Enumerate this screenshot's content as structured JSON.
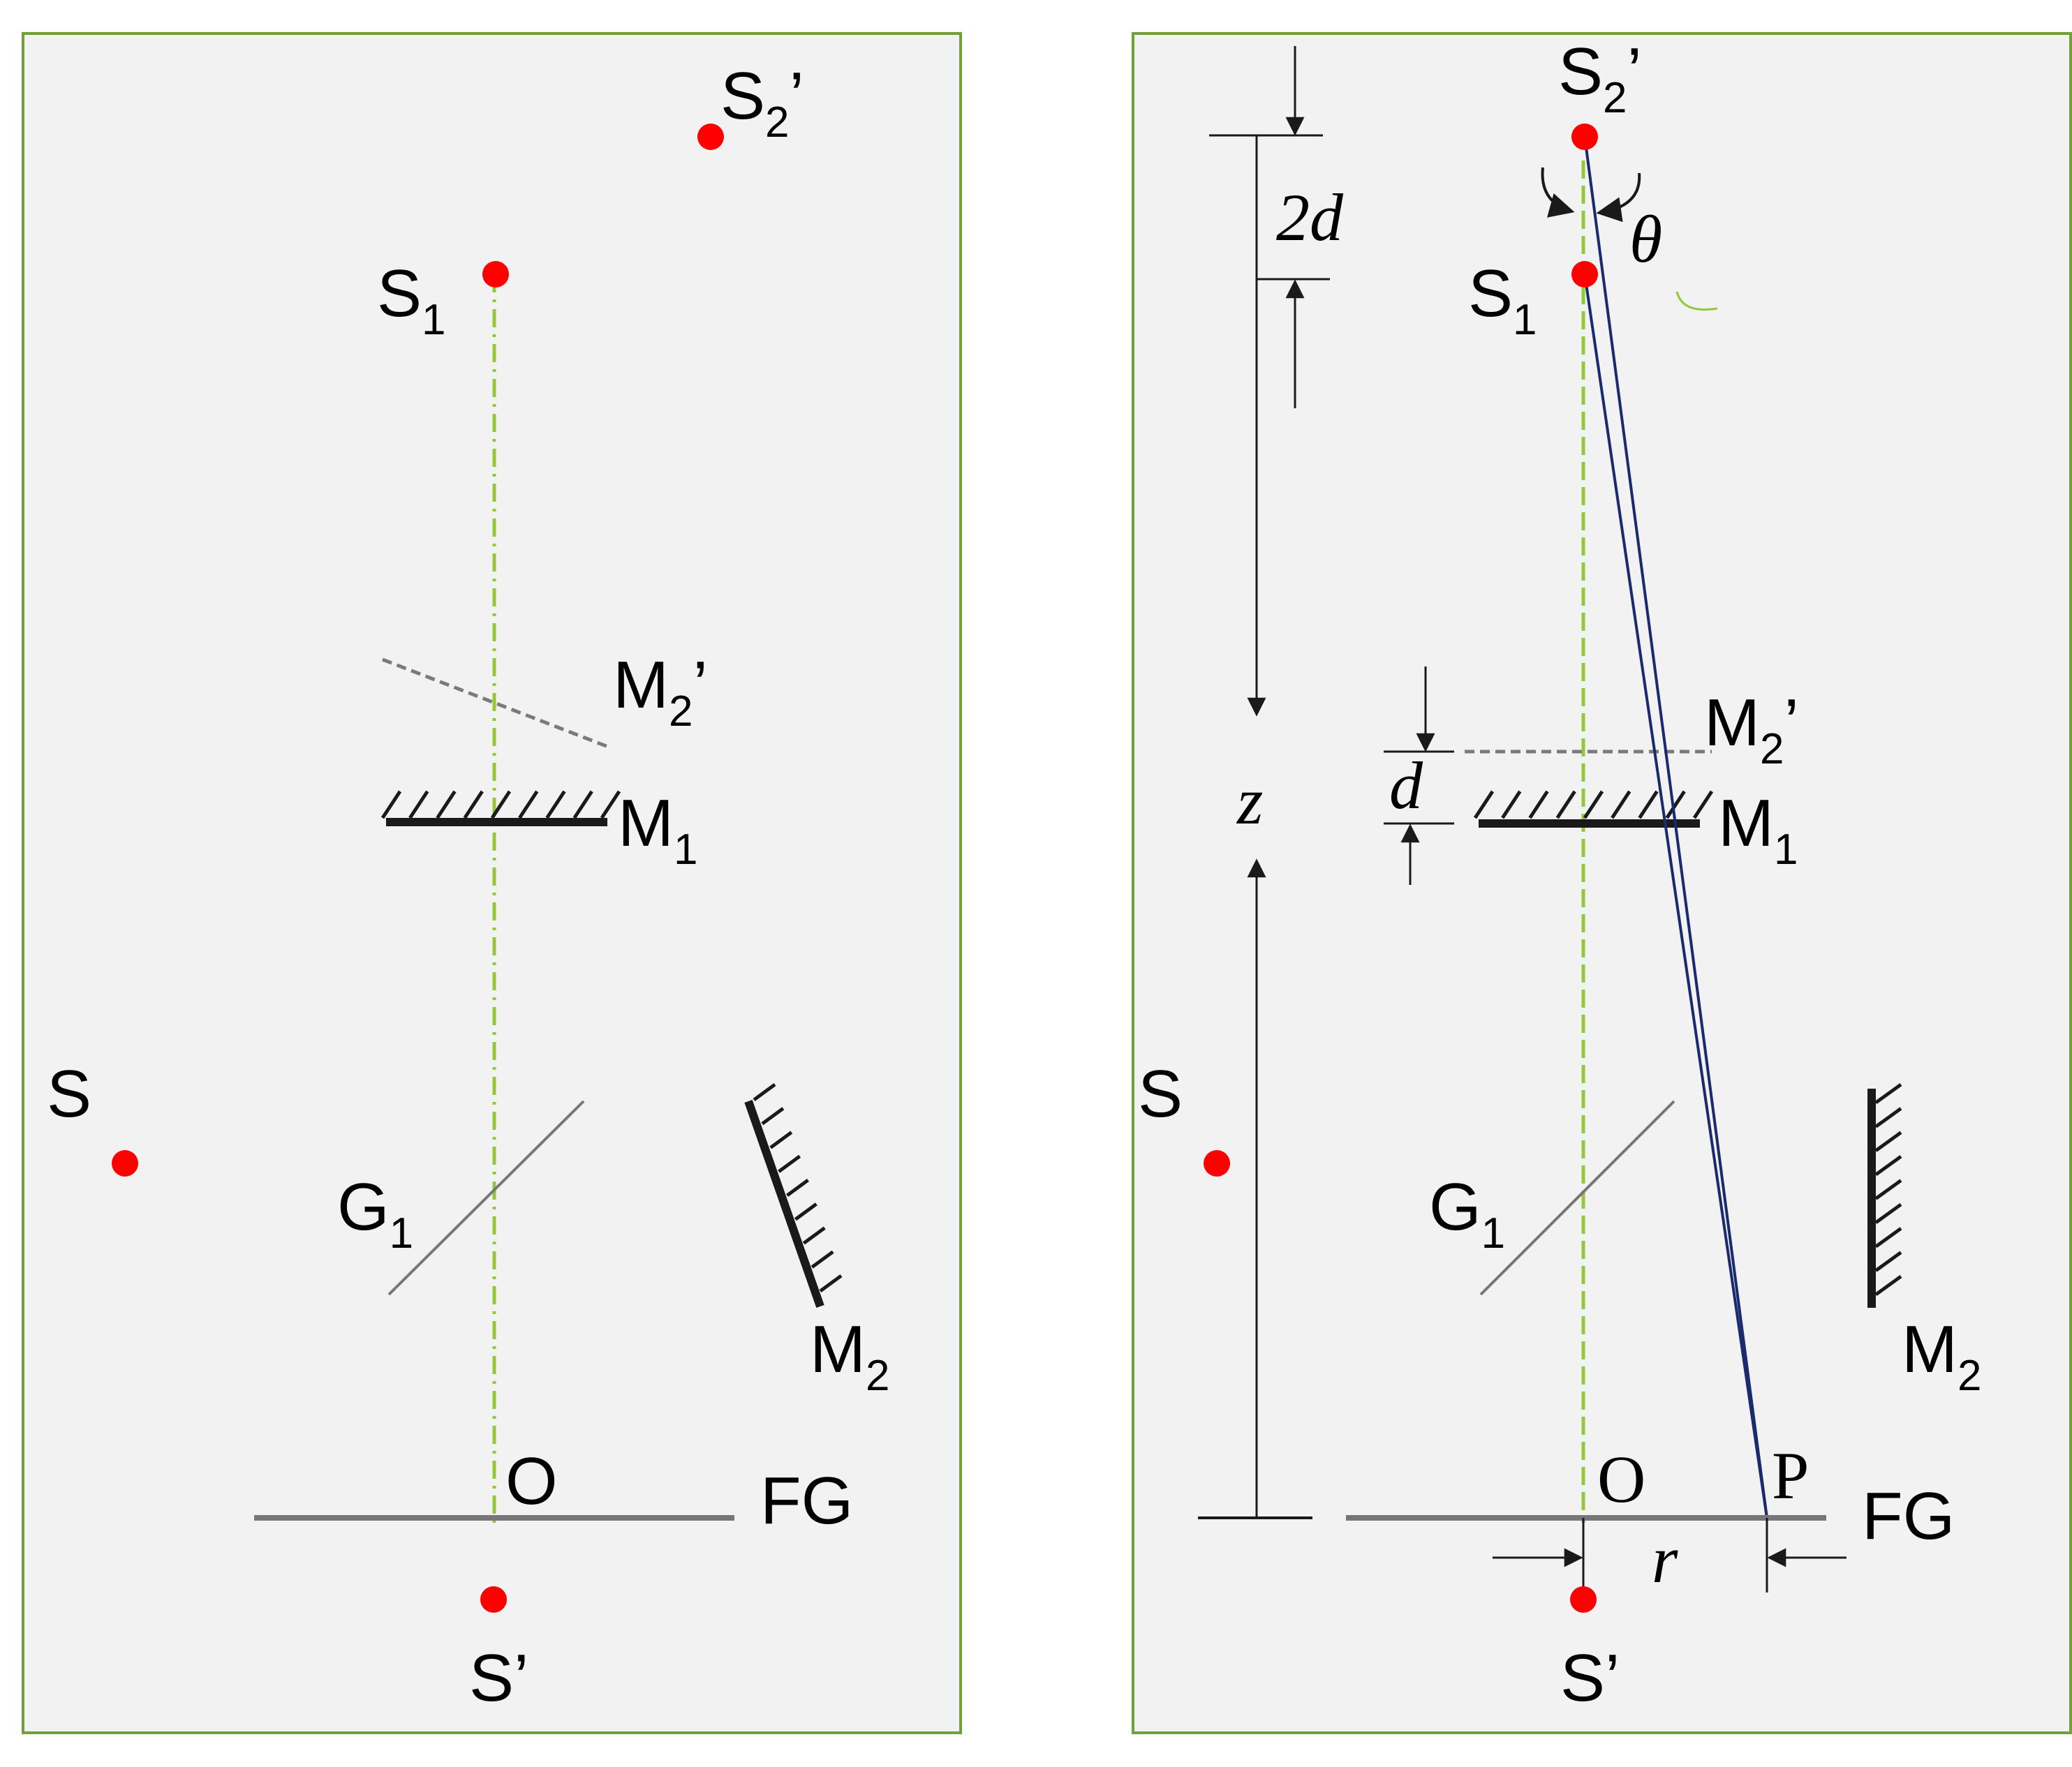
{
  "colors": {
    "panel_bg": "#f2f2f2",
    "panel_border": "#70a038",
    "point": "#ff0000",
    "axis": "#92c83c",
    "ray": "#1a2a6c",
    "mirror": "#1a1a1a",
    "plate": "#777777"
  },
  "left_panel": {
    "s2_prime": {
      "main": "S",
      "sub": "2",
      "prime": "’"
    },
    "s1": {
      "main": "S",
      "sub": "1"
    },
    "m2_prime": {
      "main": "M",
      "sub": "2",
      "prime": "’"
    },
    "m1": {
      "main": "M",
      "sub": "1"
    },
    "s": "S",
    "g1": {
      "main": "G",
      "sub": "1"
    },
    "m2": {
      "main": "M",
      "sub": "2"
    },
    "o": "O",
    "fg": "FG",
    "s_prime": "S’"
  },
  "right_panel": {
    "s2_prime": {
      "main": "S",
      "sub": "2",
      "prime": "’"
    },
    "theta": "θ",
    "two_d": "2d",
    "s1": {
      "main": "S",
      "sub": "1"
    },
    "m2_prime": {
      "main": "M",
      "sub": "2",
      "prime": "’"
    },
    "d": "d",
    "z": "z",
    "m1": {
      "main": "M",
      "sub": "1"
    },
    "s": "S",
    "g1": {
      "main": "G",
      "sub": "1"
    },
    "m2": {
      "main": "M",
      "sub": "2"
    },
    "o": "O",
    "p": "P",
    "fg": "FG",
    "r": "r",
    "s_prime": "S’"
  }
}
